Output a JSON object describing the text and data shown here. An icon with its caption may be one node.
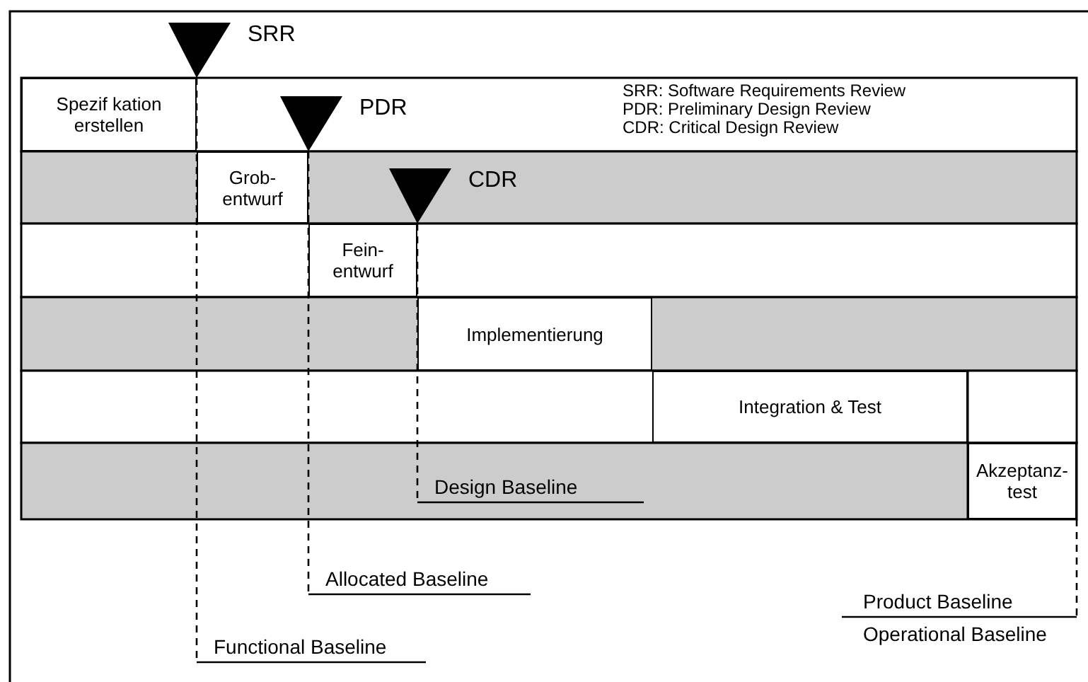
{
  "diagram": {
    "nodes": [
      {
        "text": [
          "SRR"
        ]
      },
      {
        "text": [
          "PDR"
        ]
      },
      {
        "text": [
          "CDR"
        ]
      },
      {
        "text": [
          "Spezif kation erstellen"
        ]
      },
      {
        "text": [
          "Grob- entwurf"
        ]
      },
      {
        "text": [
          "Fein- entwurf"
        ]
      },
      {
        "text": [
          "Implementierung"
        ]
      },
      {
        "text": [
          "Integration & Test"
        ]
      },
      {
        "text": [
          "Akzeptanz- test"
        ]
      },
      {
        "text": [
          "Functional Baseline"
        ]
      },
      {
        "text": [
          "Allocated Baseline"
        ]
      },
      {
        "text": [
          "Design Baseline"
        ]
      },
      {
        "text": [
          "Product Baseline"
        ]
      }
    ],
    "edges": [
      {
        "from": 0,
        "to": 9,
        "arrow": "none",
        "style": "dashed"
      },
      {
        "from": 1,
        "to": 10,
        "arrow": "none",
        "style": "dashed"
      },
      {
        "from": 2,
        "to": 11,
        "arrow": "none",
        "style": "dashed"
      },
      {
        "from": 8,
        "to": 12,
        "arrow": "none",
        "style": "dashed"
      }
    ],
    "labels": [
      "SRR: Software Requirements Review",
      "PDR: Preliminary Design Review",
      "CDR: Critical Design Review",
      "Operational Baseline"
    ]
  }
}
